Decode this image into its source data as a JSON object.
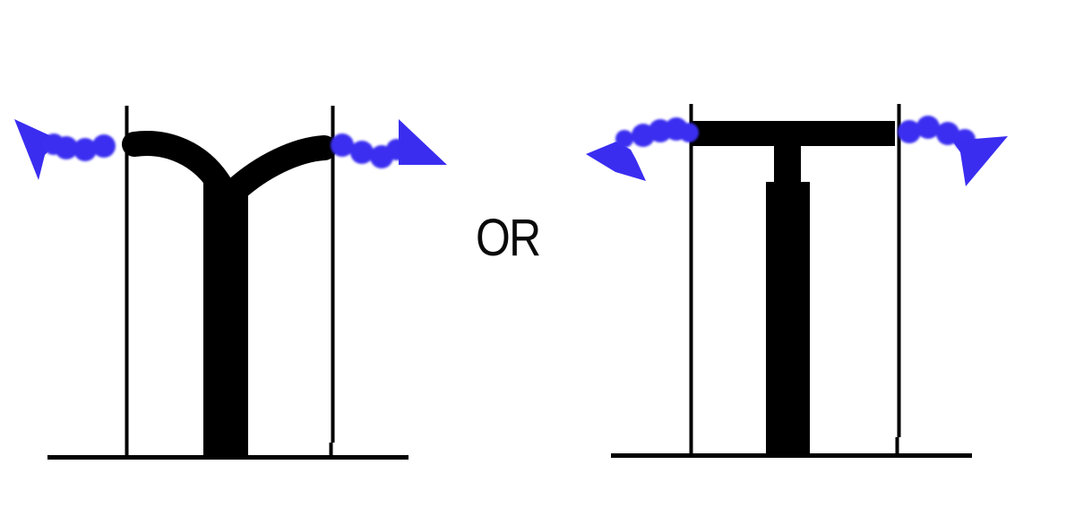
{
  "connector": {
    "label": "OR"
  },
  "colors": {
    "ink": "#000000",
    "arrow_blue": "#3a2df0",
    "background": "#ffffff"
  },
  "figures": {
    "left": {
      "icon": "y-junction-between-walls-with-outward-arrows"
    },
    "right": {
      "icon": "t-junction-between-walls-with-outward-arrows"
    }
  }
}
